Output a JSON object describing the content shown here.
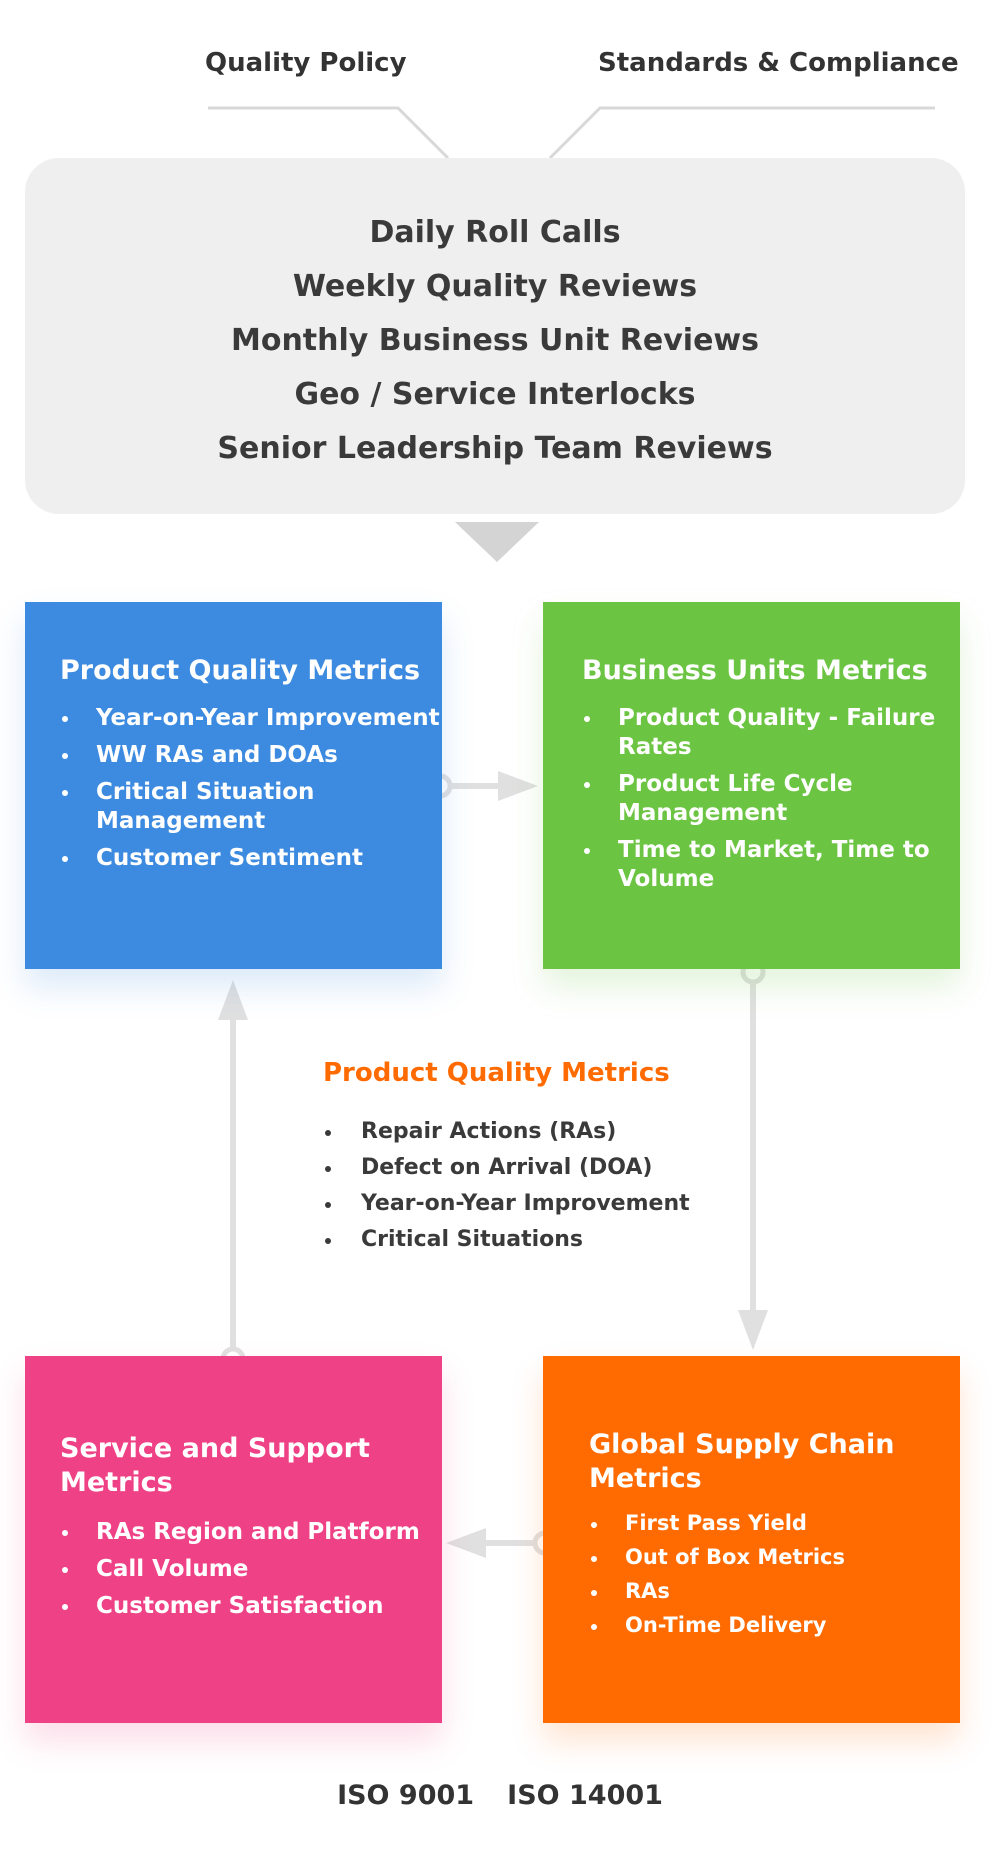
{
  "header": {
    "left_label": "Quality Policy",
    "right_label": "Standards & Compliance"
  },
  "reviews": [
    "Daily Roll Calls",
    "Weekly Quality Reviews",
    "Monthly Business Unit Reviews",
    "Geo / Service Interlocks",
    "Senior Leadership Team Reviews"
  ],
  "cards": {
    "product_quality": {
      "title": "Product Quality Metrics",
      "items": [
        "Year-on-Year Improvement",
        "WW RAs and DOAs",
        "Critical Situation Management",
        "Customer Sentiment"
      ],
      "color": "#3d8be0"
    },
    "business_units": {
      "title": "Business Units Metrics",
      "items": [
        "Product Quality - Failure Rates",
        "Product Life Cycle Management",
        "Time to Market, Time to Volume"
      ],
      "color": "#6cc443"
    },
    "service_support": {
      "title": "Service and Support Metrics",
      "items": [
        "RAs Region and Platform",
        "Call Volume",
        "Customer Satisfaction"
      ],
      "color": "#ef4286"
    },
    "supply_chain": {
      "title": "Global Supply Chain Metrics",
      "items": [
        "First Pass Yield",
        "Out of Box Metrics",
        "RAs",
        "On-Time Delivery"
      ],
      "color": "#ff6b00"
    }
  },
  "center": {
    "title": "Product Quality Metrics",
    "items": [
      "Repair Actions (RAs)",
      "Defect on Arrival (DOA)",
      "Year-on-Year Improvement",
      "Critical Situations"
    ],
    "accent": "#ff6b00"
  },
  "footer": {
    "standards": [
      "ISO 9001",
      "ISO 14001"
    ]
  }
}
